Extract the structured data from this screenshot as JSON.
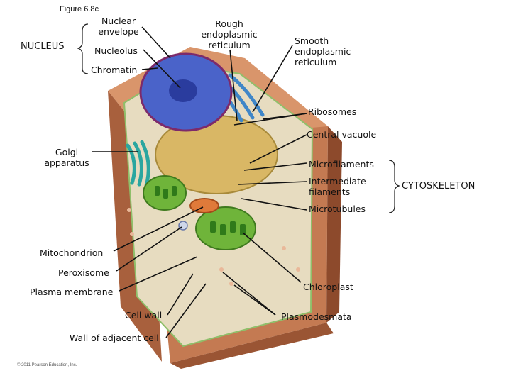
{
  "figure_number": "Figure 6.8c",
  "copyright": "© 2011 Pearson Education, Inc.",
  "groups": {
    "nucleus": "NUCLEUS",
    "cytoskeleton": "CYTOSKELETON"
  },
  "labels": {
    "nuclear_envelope": "Nuclear\nenvelope",
    "nucleolus": "Nucleolus",
    "chromatin": "Chromatin",
    "rough_er": "Rough\nendoplasmic\nreticulum",
    "smooth_er": "Smooth\nendoplasmic\nreticulum",
    "ribosomes": "Ribosomes",
    "central_vacuole": "Central vacuole",
    "golgi": "Golgi\napparatus",
    "microfilaments": "Microfilaments",
    "intermediate_filaments": "Intermediate\nfilaments",
    "microtubules": "Microtubules",
    "mitochondrion": "Mitochondrion",
    "peroxisome": "Peroxisome",
    "plasma_membrane": "Plasma membrane",
    "chloroplast": "Chloroplast",
    "cell_wall": "Cell wall",
    "plasmodesmata": "Plasmodesmata",
    "wall_adjacent": "Wall of adjacent cell"
  },
  "colors": {
    "wall": "#c47a52",
    "wall_dark": "#8d4a2c",
    "cytoplasm": "#e7dcc0",
    "nucleus": "#4a63c9",
    "nucleolus": "#2a3c9e",
    "vacuole": "#d9b765",
    "er": "#3f86c8",
    "golgi": "#2aa6a0",
    "chloroplast": "#6fb43a",
    "mitochondrion": "#e07a3a"
  }
}
